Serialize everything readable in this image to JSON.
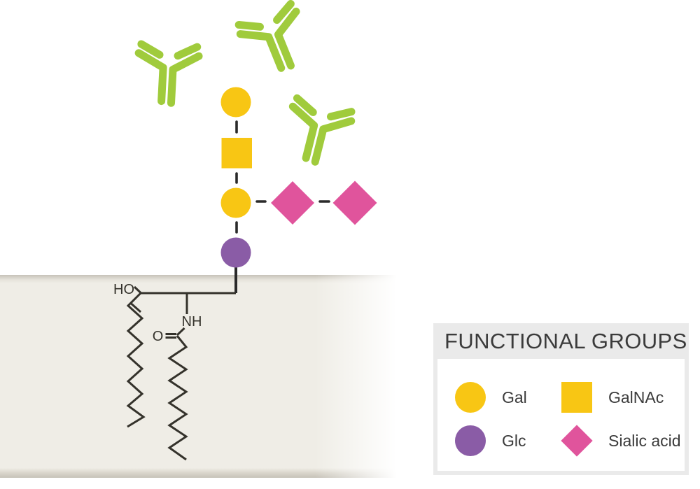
{
  "colors": {
    "antibody": "#A0CB3C",
    "gal": "#F8C614",
    "glc": "#8A5CA6",
    "sialic": "#E0549C",
    "chem_line": "#34322B",
    "dash": "#2A2A2A",
    "text": "#3B3B3B",
    "membrane": "#EFEDE6",
    "membrane_edge": "#C6C2B8",
    "legend_bg": "#EAEAEA"
  },
  "legend": {
    "title": "FUNCTIONAL GROUPS",
    "items": [
      {
        "label": "Gal",
        "shape": "circle",
        "color": "#F8C614"
      },
      {
        "label": "GalNAc",
        "shape": "square",
        "color": "#F8C614"
      },
      {
        "label": "Glc",
        "shape": "circle",
        "color": "#8A5CA6"
      },
      {
        "label": "Sialic acid",
        "shape": "diamond",
        "color": "#E0549C"
      }
    ]
  },
  "chem": {
    "hydroxyl": "HO",
    "amide": "NH",
    "carbonyl": "O"
  },
  "structure": {
    "glycan_chain_top_to_membrane": [
      "Gal",
      "GalNAc",
      "Gal",
      "Glc"
    ],
    "side_branch": [
      "Sialic acid",
      "Sialic acid"
    ],
    "antibody_count": 3,
    "anchor": "ceramide lipid embedded in membrane"
  }
}
